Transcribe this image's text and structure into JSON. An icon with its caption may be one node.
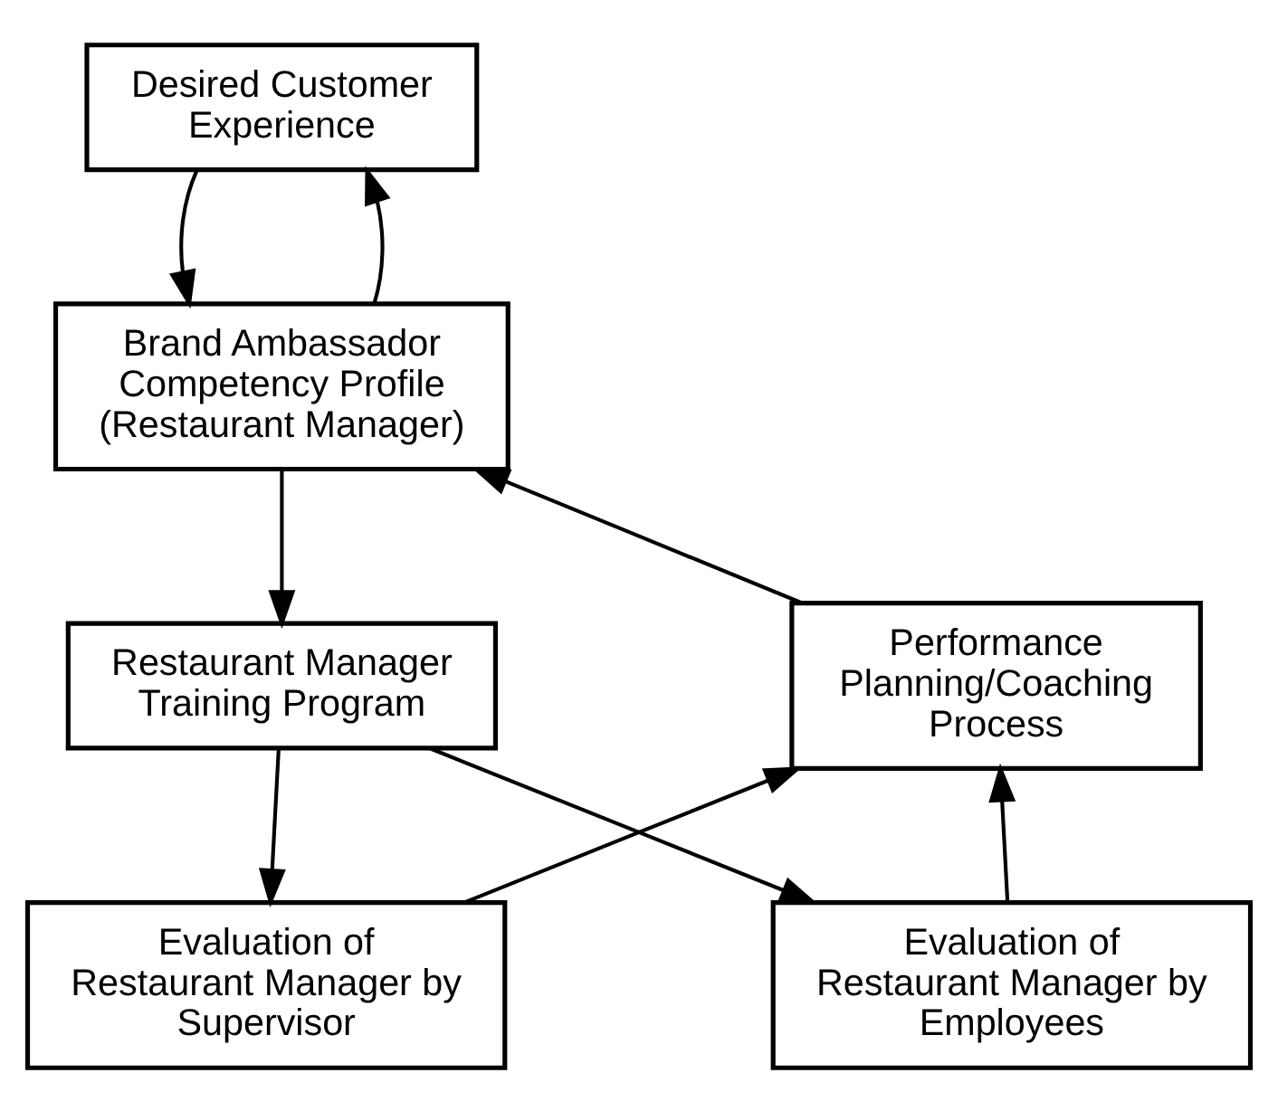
{
  "diagram": {
    "nodes": [
      {
        "text": [
          "Desired Customer Experience"
        ]
      },
      {
        "text": [
          "Brand Ambassador Competency Profile (Restaurant Manager)"
        ]
      },
      {
        "text": [
          "Restaurant Manager Training Program"
        ]
      },
      {
        "text": [
          "Performance Planning/Coaching Process"
        ]
      },
      {
        "text": [
          "Evaluation of Restaurant Manager by Supervisor"
        ]
      },
      {
        "text": [
          "Evaluation of Restaurant Manager by Employees"
        ]
      }
    ],
    "edges": [
      {
        "from": 0,
        "to": 1,
        "arrow": "to"
      },
      {
        "from": 1,
        "to": 0,
        "arrow": "to"
      },
      {
        "from": 1,
        "to": 2,
        "arrow": "to"
      },
      {
        "from": 2,
        "to": 4,
        "arrow": "to"
      },
      {
        "from": 2,
        "to": 5,
        "arrow": "to"
      },
      {
        "from": 4,
        "to": 3,
        "arrow": "to"
      },
      {
        "from": 5,
        "to": 3,
        "arrow": "to"
      },
      {
        "from": 3,
        "to": 1,
        "arrow": "to"
      }
    ]
  }
}
